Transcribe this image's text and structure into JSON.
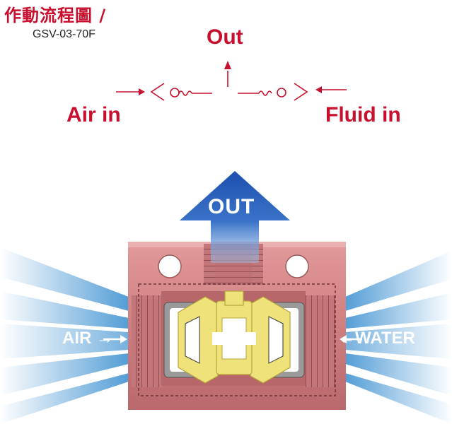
{
  "header": {
    "title": "作動流程圖 /",
    "model": "GSV-03-70F"
  },
  "schematic": {
    "out_label": "Out",
    "air_in_label": "Air in",
    "fluid_in_label": "Fluid in"
  },
  "illustration": {
    "out_label": "OUT",
    "air_label": "AIR →",
    "water_label": "←WATER"
  },
  "colors": {
    "accent_red": "#c8102e",
    "arrow_blue": "#1e5bb8",
    "body_pink": "#d48a8a",
    "fitting_yellow": "#efe27a",
    "spray_blue": "#5fa8dc"
  }
}
